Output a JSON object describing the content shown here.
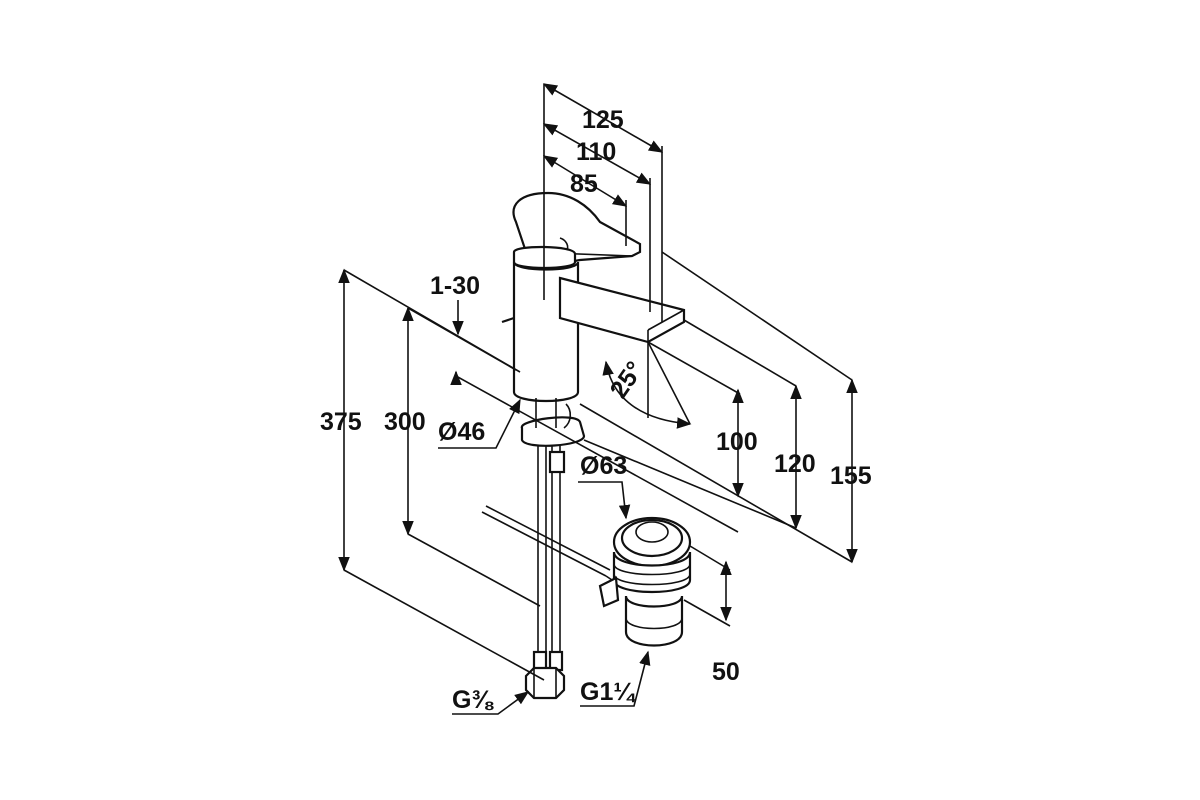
{
  "diagram": {
    "dimensions": {
      "d125": "125",
      "d110": "110",
      "d85": "85",
      "d1_30": "1-30",
      "d25deg": "25°",
      "d375": "375",
      "d300": "300",
      "d_o46": "Ø46",
      "d100": "100",
      "d120": "120",
      "d155": "155",
      "d_o63": "Ø63",
      "d50": "50",
      "d_g38": "G⅜",
      "d_g114": "G1¼"
    },
    "colors": {
      "line": "#111111",
      "background": "#ffffff"
    }
  }
}
